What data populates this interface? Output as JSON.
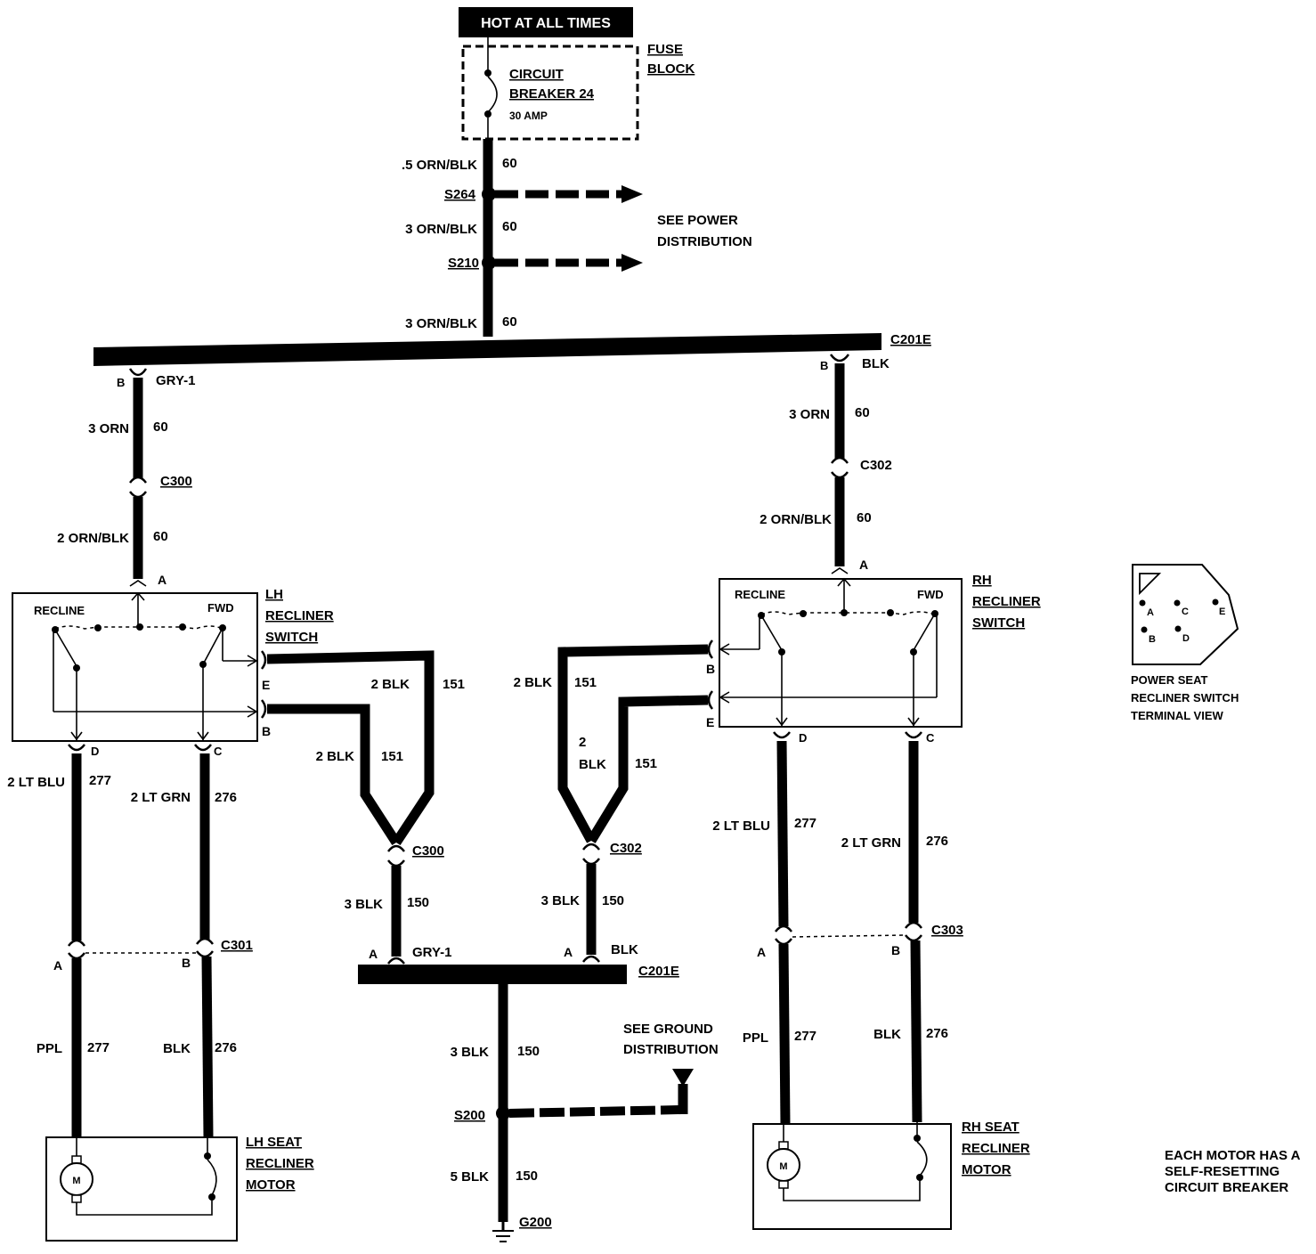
{
  "header": {
    "title": "HOT AT ALL TIMES"
  },
  "fuse_block": {
    "label_line1": "FUSE",
    "label_line2": "BLOCK",
    "breaker_line1": "CIRCUIT",
    "breaker_line2": "BREAKER 24",
    "rating": "30 AMP"
  },
  "feed": {
    "w1_gauge": ".5 ORN/BLK",
    "w1_circuit": "60",
    "splice1": "S264",
    "w2_gauge": "3 ORN/BLK",
    "w2_circuit": "60",
    "splice2": "S210",
    "w3_gauge": "3 ORN/BLK",
    "w3_circuit": "60",
    "see_line1": "SEE POWER",
    "see_line2": "DISTRIBUTION"
  },
  "bus_top": {
    "connector": "C201E",
    "left_pin": "B",
    "left_color": "GRY-1",
    "right_pin": "B",
    "right_color": "BLK"
  },
  "lh_feed": {
    "w1_gauge": "3 ORN",
    "w1_circuit": "60",
    "connector": "C300",
    "w2_gauge": "2 ORN/BLK",
    "w2_circuit": "60",
    "pin": "A"
  },
  "rh_feed": {
    "w1_gauge": "3 ORN",
    "w1_circuit": "60",
    "connector": "C302",
    "w2_gauge": "2 ORN/BLK",
    "w2_circuit": "60",
    "pin": "A"
  },
  "lh_switch": {
    "name_line1": "LH",
    "name_line2": "RECLINER",
    "name_line3": "SWITCH",
    "recline": "RECLINE",
    "fwd": "FWD",
    "pin_e": "E",
    "pin_b": "B",
    "pin_d": "D",
    "pin_c": "C"
  },
  "rh_switch": {
    "name_line1": "RH",
    "name_line2": "RECLINER",
    "name_line3": "SWITCH",
    "recline": "RECLINE",
    "fwd": "FWD",
    "pin_b": "B",
    "pin_e": "E",
    "pin_d": "D",
    "pin_c": "C"
  },
  "ground_left": {
    "w1_gauge": "2 BLK",
    "w1_circuit": "151",
    "w2_gauge": "2 BLK",
    "w2_circuit": "151",
    "connector": "C300",
    "w3_gauge": "3 BLK",
    "w3_circuit": "150"
  },
  "ground_right": {
    "w1_gauge": "2 BLK",
    "w1_circuit": "151",
    "w2_gauge_line1": "2",
    "w2_gauge_line2": "BLK",
    "w2_circuit": "151",
    "connector": "C302",
    "w3_gauge": "3 BLK",
    "w3_circuit": "150"
  },
  "bus_bottom": {
    "connector": "C201E",
    "left_pin": "A",
    "left_color": "GRY-1",
    "right_pin": "A",
    "right_color": "BLK"
  },
  "ground": {
    "w1_gauge": "3 BLK",
    "w1_circuit": "150",
    "splice": "S200",
    "w2_gauge": "5 BLK",
    "w2_circuit": "150",
    "ground_id": "G200",
    "see_line1": "SEE GROUND",
    "see_line2": "DISTRIBUTION"
  },
  "lh_motor_wires": {
    "d_gauge": "2 LT BLU",
    "d_circuit": "277",
    "c_gauge": "2 LT GRN",
    "c_circuit": "276",
    "connector": "C301",
    "pin_a": "A",
    "pin_b": "B",
    "a_gauge": "PPL",
    "a_circuit": "277",
    "b_gauge": "BLK",
    "b_circuit": "276"
  },
  "rh_motor_wires": {
    "d_gauge": "2 LT BLU",
    "d_circuit": "277",
    "c_gauge": "2 LT GRN",
    "c_circuit": "276",
    "connector": "C303",
    "pin_a": "A",
    "pin_b": "B",
    "a_gauge": "PPL",
    "a_circuit": "277",
    "b_gauge": "BLK",
    "b_circuit": "276"
  },
  "lh_motor": {
    "name_line1": "LH SEAT",
    "name_line2": "RECLINER",
    "name_line3": "MOTOR",
    "symbol": "M"
  },
  "rh_motor": {
    "name_line1": "RH SEAT",
    "name_line2": "RECLINER",
    "name_line3": "MOTOR",
    "symbol": "M"
  },
  "terminal_view": {
    "pins": [
      "A",
      "C",
      "E",
      "B",
      "D"
    ],
    "caption_line1": "POWER SEAT",
    "caption_line2": "RECLINER SWITCH",
    "caption_line3": "TERMINAL VIEW"
  },
  "note": {
    "line1": "EACH MOTOR HAS A",
    "line2": "SELF-RESETTING",
    "line3": "CIRCUIT BREAKER"
  }
}
